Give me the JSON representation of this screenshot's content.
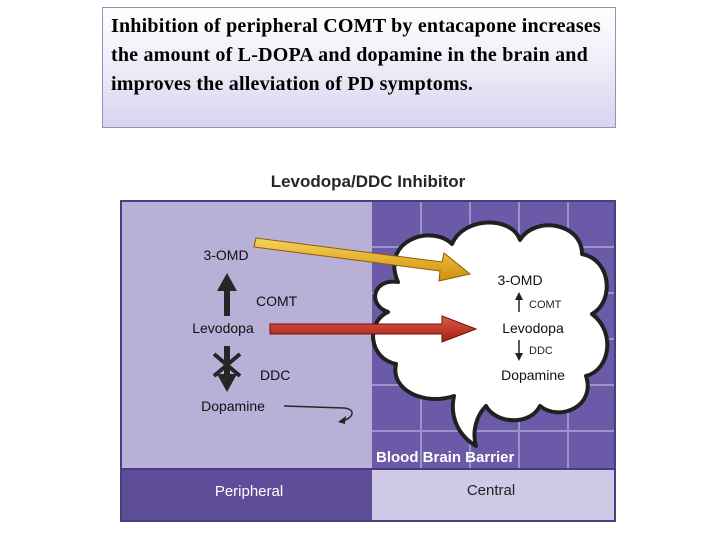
{
  "caption": {
    "text": "Inhibition of peripheral COMT by entacapone increases the amount of L-DOPA and dopamine in the brain and improves the alleviation of PD symptoms."
  },
  "diagram": {
    "title": "Levodopa/DDC Inhibitor",
    "peripheral": {
      "omd": "3-OMD",
      "comt": "COMT",
      "levodopa": "Levodopa",
      "ddc": "DDC",
      "dopamine": "Dopamine"
    },
    "central": {
      "omd": "3-OMD",
      "comt": "COMT",
      "levodopa": "Levodopa",
      "ddc": "DDC",
      "dopamine": "Dopamine"
    },
    "barrier_label": "Blood Brain Barrier",
    "footer": {
      "peripheral": "Peripheral",
      "central": "Central"
    },
    "colors": {
      "peripheral_bg": "#b9b0d8",
      "central_bg": "#6a5aa8",
      "grid_line": "#9d92cc",
      "footer_peripheral": "#5e4e9a",
      "footer_central": "#cfc8e6",
      "arrow_gold": "#e8a81c",
      "arrow_red": "#c4301e"
    }
  }
}
